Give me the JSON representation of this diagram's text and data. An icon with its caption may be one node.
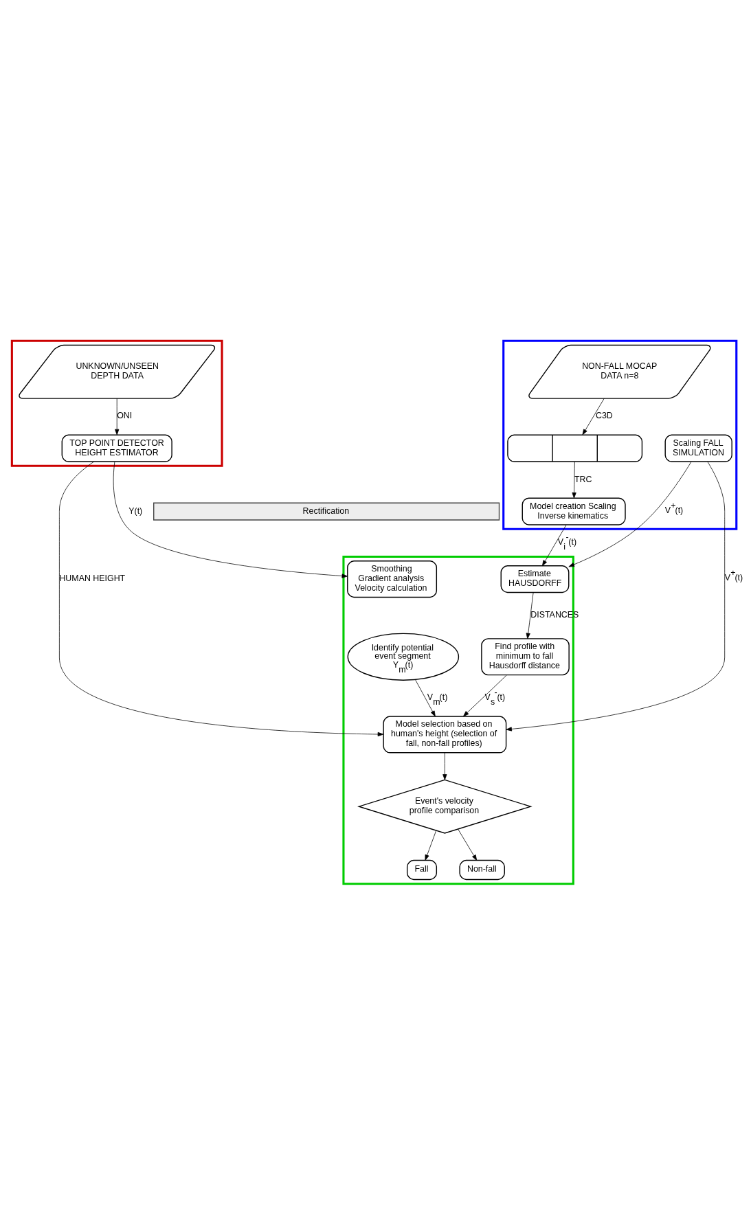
{
  "diagram": {
    "nodes": [
      {
        "text": [],
        "shape": "box"
      },
      {
        "text": [
          "UNKNOWN/UNSEEN",
          "DEPTH DATA"
        ],
        "in": 0
      },
      {
        "text": [
          "TOP POINT DETECTOR",
          "HEIGHT ESTIMATOR"
        ],
        "in": 0
      },
      {
        "text": [],
        "shape": "box"
      },
      {
        "text": [
          "NON-FALL MOCAP",
          "DATA n=8"
        ],
        "in": 3
      },
      {
        "text": [],
        "shape": "box",
        "in": 3
      },
      {
        "text": [
          "Model creation Scaling Inverse kinematics"
        ],
        "in": 3
      },
      {
        "text": [
          "Scaling FALL SIMULATION"
        ],
        "in": 3
      },
      {
        "text": [
          "Rectification"
        ]
      },
      {
        "text": [],
        "shape": "box"
      },
      {
        "text": [
          "Smoothing",
          "Gradient analysis Velocity calculation"
        ],
        "in": 9
      },
      {
        "text": [
          "Identify potential event segment",
          "Y$_{m}$(t)"
        ],
        "in": 9
      },
      {
        "text": [
          "Estimate",
          "HAUSDORFF"
        ],
        "in": 9
      },
      {
        "text": [
          "Find profile with minimum to fall Hausdorff distance"
        ],
        "in": 9
      },
      {
        "text": [
          "Model selection based on human's height (selection of fall, non-fall profiles)"
        ],
        "in": 9
      },
      {
        "text": [
          "Event's velocity profile comparison"
        ],
        "in": 9
      },
      {
        "text": [
          "Fall"
        ],
        "in": 9
      },
      {
        "text": [
          "Non-fall"
        ],
        "in": 9
      }
    ],
    "edges": [
      {
        "from": 1,
        "to": 2,
        "arrow": "to",
        "label": "ONI"
      },
      {
        "from": 4,
        "to": 5,
        "arrow": "to",
        "label": "C3D"
      },
      {
        "from": 5,
        "to": 6,
        "arrow": "to",
        "label": "TRC"
      },
      {
        "from": 2,
        "to": 10,
        "arrow": "to",
        "label": "Y(t)"
      },
      {
        "from": 6,
        "to": 12,
        "arrow": "to",
        "label": "V$_{i}$$^{-}$(t)"
      },
      {
        "from": 7,
        "to": 12,
        "arrow": "to",
        "label": "V$^{+}$(t)"
      },
      {
        "from": 11,
        "to": 14,
        "arrow": "to",
        "label": "V$_{m}$(t)"
      },
      {
        "from": 12,
        "to": 13,
        "arrow": "to",
        "label": "DISTANCES"
      },
      {
        "from": 13,
        "to": 14,
        "arrow": "to",
        "label": "V$_{s}$$^{-}$(t)"
      },
      {
        "from": 2,
        "to": 14,
        "arrow": "to",
        "label": "HUMAN HEIGHT"
      },
      {
        "from": 7,
        "to": 14,
        "arrow": "to",
        "label": "V$^{+}$(t)"
      },
      {
        "from": 14,
        "to": 15,
        "arrow": "to"
      },
      {
        "from": 15,
        "to": 16,
        "arrow": "to"
      },
      {
        "from": 15,
        "to": 17,
        "arrow": "to"
      }
    ]
  }
}
